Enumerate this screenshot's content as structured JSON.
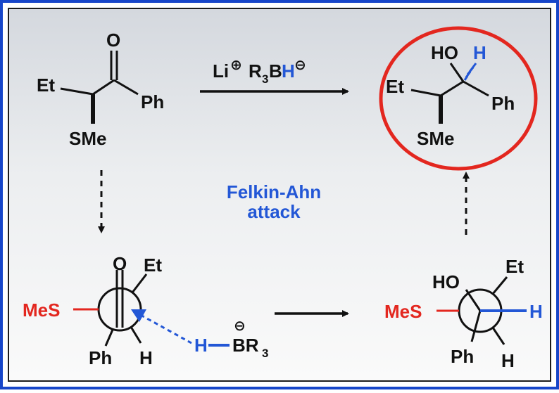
{
  "colors": {
    "frame_blue": "#1746c9",
    "highlight_red": "#e3271f",
    "hydride_blue": "#2357d6",
    "ink": "#111111",
    "panel_top": "#d9dde2",
    "panel_bottom": "#f7f7f7"
  },
  "reaction_scheme": {
    "reagent": {
      "li": "Li",
      "plus": "⊕",
      "r": "R",
      "subscript": "3",
      "b": "B",
      "h": "H",
      "minus": "⊖"
    },
    "annotation": {
      "line1": "Felkin-Ahn",
      "line2": "attack"
    }
  },
  "ketone": {
    "o": "O",
    "et": "Et",
    "ph": "Ph",
    "sme": "SMe"
  },
  "alcohol_product": {
    "ho": "HO",
    "h": "H",
    "et": "Et",
    "ph": "Ph",
    "sme": "SMe"
  },
  "newman_reactant": {
    "o": "O",
    "et": "Et",
    "mes": "MeS",
    "ph": "Ph",
    "h": "H"
  },
  "hydride_donor": {
    "h": "H",
    "b": "BR",
    "subscript": "3",
    "minus": "⊖"
  },
  "newman_product": {
    "ho": "HO",
    "et": "Et",
    "mes": "MeS",
    "h": "H",
    "ph": "Ph",
    "h2": "H"
  }
}
